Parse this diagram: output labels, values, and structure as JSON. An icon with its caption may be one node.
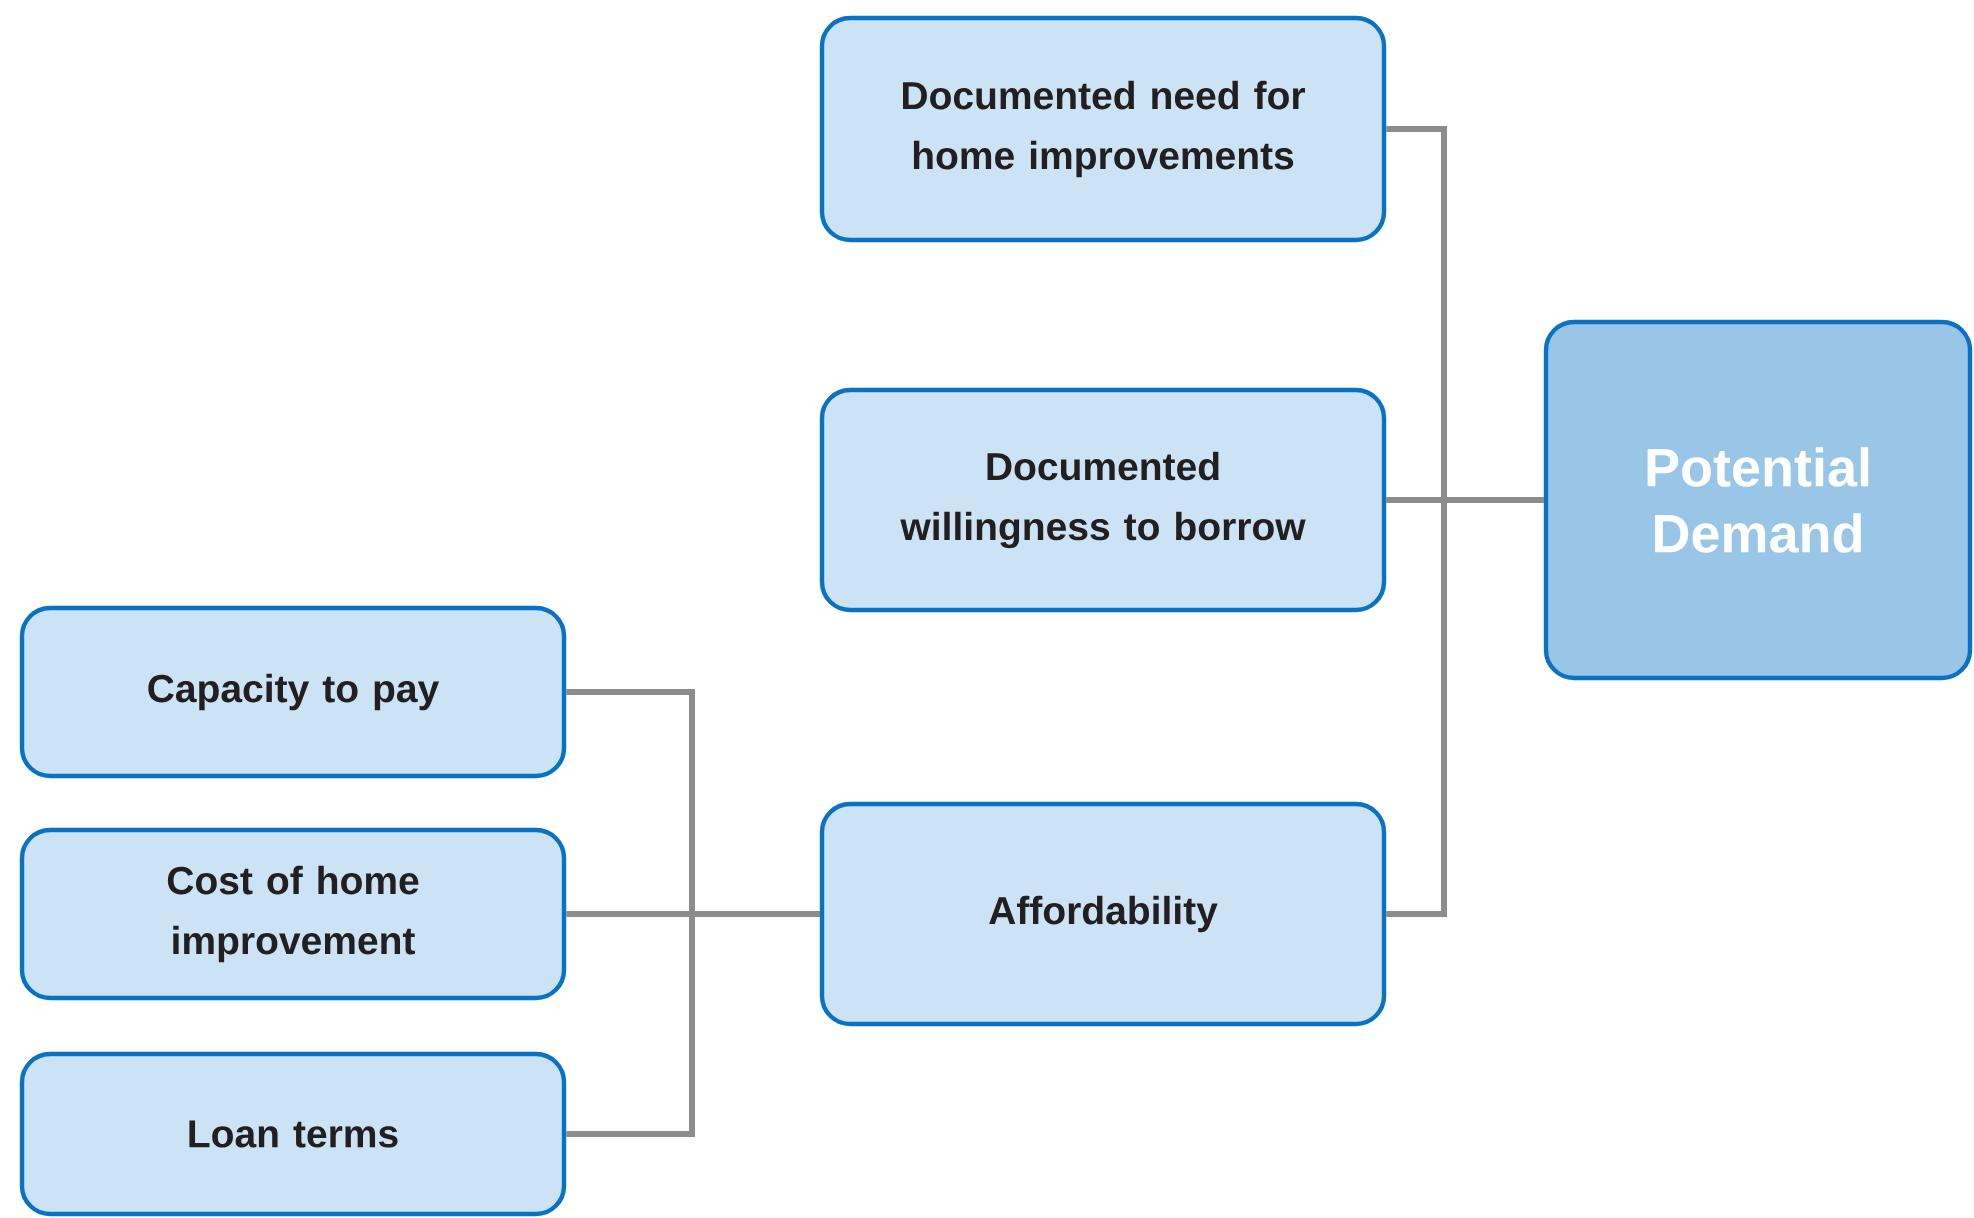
{
  "diagram": {
    "nodes": [
      {
        "text": [
          "Documented need for home improvements"
        ]
      },
      {
        "text": [
          "Documented willingness to borrow"
        ]
      },
      {
        "text": [
          "Potential Demand"
        ]
      },
      {
        "text": [
          "Capacity to pay"
        ]
      },
      {
        "text": [
          "Cost of home improvement"
        ]
      },
      {
        "text": [
          "Affordability"
        ]
      },
      {
        "text": [
          "Loan terms"
        ]
      }
    ],
    "edges": [
      {
        "from": 0,
        "to": 2,
        "arrow": "none"
      },
      {
        "from": 1,
        "to": 2,
        "arrow": "none"
      },
      {
        "from": 5,
        "to": 2,
        "arrow": "none"
      },
      {
        "from": 3,
        "to": 5,
        "arrow": "none"
      },
      {
        "from": 4,
        "to": 5,
        "arrow": "none"
      },
      {
        "from": 6,
        "to": 5,
        "arrow": "none"
      }
    ]
  }
}
